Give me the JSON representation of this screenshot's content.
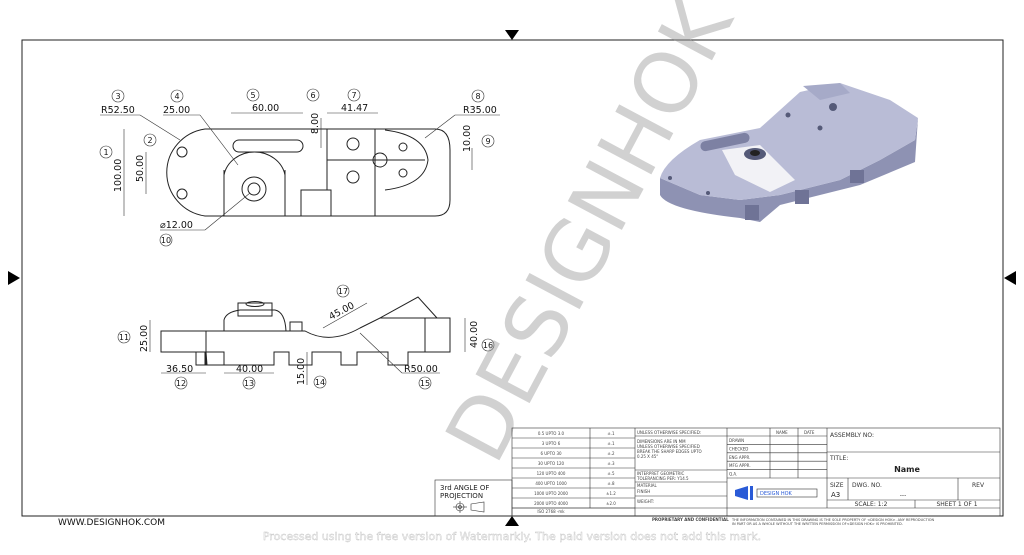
{
  "sheet": {
    "website": "WWW.DESIGNHOK.COM",
    "watermark": "DESIGNHOK",
    "footer_notice": "Processed using the free version of Watermarkly. The paid version does not add this mark."
  },
  "top_view": {
    "dimensions": [
      {
        "balloon": "1",
        "value": "100.00"
      },
      {
        "balloon": "2",
        "value": "50.00"
      },
      {
        "balloon": "3",
        "value": "R52.50"
      },
      {
        "balloon": "4",
        "value": "25.00"
      },
      {
        "balloon": "5",
        "value": "60.00"
      },
      {
        "balloon": "6",
        "value": "8.00"
      },
      {
        "balloon": "7",
        "value": "41.47"
      },
      {
        "balloon": "8",
        "value": "R35.00"
      },
      {
        "balloon": "9",
        "value": "10.00"
      },
      {
        "balloon": "10",
        "value": "⌀12.00"
      }
    ]
  },
  "side_view": {
    "dimensions": [
      {
        "balloon": "11",
        "value": "25.00"
      },
      {
        "balloon": "12",
        "value": "36.50"
      },
      {
        "balloon": "13",
        "value": "40.00"
      },
      {
        "balloon": "14",
        "value": "15.00"
      },
      {
        "balloon": "15",
        "value": "R50.00"
      },
      {
        "balloon": "16",
        "value": "40.00"
      },
      {
        "balloon": "17",
        "value": "45.00"
      }
    ]
  },
  "colors": {
    "part_top": "#b9bcd6",
    "part_side": "#8e92b3",
    "part_dark": "#6f7396",
    "logo_blue": "#2a5bd7"
  },
  "title_block": {
    "projection": [
      "3rd ANGLE OF",
      "PROJECTION"
    ],
    "tolerances": [
      {
        "range": "0.5 UPTO 3.0",
        "tol": "±.1"
      },
      {
        "range": "3 UPTO 6",
        "tol": "±.1"
      },
      {
        "range": "6 UPTO 30",
        "tol": "±.2"
      },
      {
        "range": "30 UPTO 120",
        "tol": "±.3"
      },
      {
        "range": "120 UPTO 400",
        "tol": "±.5"
      },
      {
        "range": "400 UPTO 1000",
        "tol": "±.8"
      },
      {
        "range": "1000 UPTO 2000",
        "tol": "±1.2"
      },
      {
        "range": "2000 UPTO 4000",
        "tol": "±2.0"
      }
    ],
    "iso_standard": "ISO 2768 -mk",
    "unless_specified": "UNLESS OTHERWISE SPECIFIED:",
    "notes": [
      "DIMENSIONS ARE IN MM",
      "UNLESS OTHERWISE SPECIFIED",
      "BREAK THE SHARP EDGES UPTO",
      "0.25 X 45°"
    ],
    "interpret": [
      "INTERPRET GEOMETRIC",
      "TOLERANCING PER: Y14.5"
    ],
    "material_label": "MATERIAL",
    "finish_label": "FINISH",
    "weight_label": "WEIGHT:",
    "proprietary": "PROPRIETARY AND CONFIDENTIAL",
    "name_header": "NAME",
    "date_header": "DATE",
    "roles": [
      "DRAWN",
      "CHECKED",
      "ENG APPR.",
      "MFG APPR.",
      "Q.A."
    ],
    "logo_text": "DESIGN HOK",
    "assembly_label": "ASSEMBLY NO:",
    "title_label": "TITLE:",
    "title_value": "Name",
    "size_label": "SIZE",
    "size_value": "A3",
    "dwg_label": "DWG.  NO.",
    "dwg_value": "---",
    "rev_label": "REV",
    "scale": "SCALE: 1:2",
    "sheet": "SHEET 1 OF 1",
    "disclaimer": [
      "THE INFORMATION CONTAINED IN THIS DRAWING IS THE SOLE PROPERTY OF <DESIGN HOK>. ANY REPRODUCTION",
      "IN PART OR AS A WHOLE WITHOUT THE WRITTEN PERMISSION OF<DESIGN HOK> IS PROHIBITED."
    ]
  }
}
